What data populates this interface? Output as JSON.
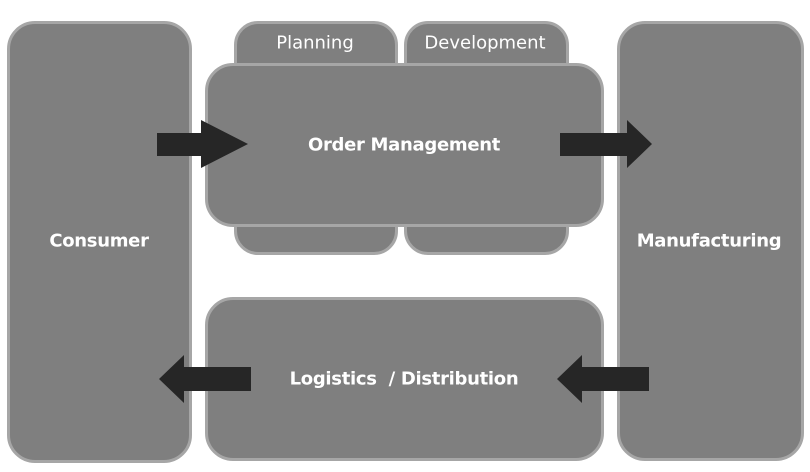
{
  "diagram": {
    "consumer": {
      "label": "Consumer"
    },
    "order_management": {
      "label": "Order Management",
      "tabs": [
        {
          "label": "Planning"
        },
        {
          "label": "Development"
        }
      ]
    },
    "manufacturing": {
      "label": "Manufacturing"
    },
    "logistics": {
      "label": "Logistics  / Distribution"
    },
    "flows": [
      {
        "from": "Consumer",
        "to": "Order Management",
        "direction": "right"
      },
      {
        "from": "Order Management",
        "to": "Manufacturing",
        "direction": "right"
      },
      {
        "from": "Manufacturing",
        "to": "Logistics / Distribution",
        "direction": "left"
      },
      {
        "from": "Logistics / Distribution",
        "to": "Consumer",
        "direction": "left"
      }
    ],
    "colors": {
      "box_fill": "#7f7f7f",
      "box_border": "#a6a6a6",
      "arrow": "#262626",
      "text": "#ffffff"
    }
  }
}
